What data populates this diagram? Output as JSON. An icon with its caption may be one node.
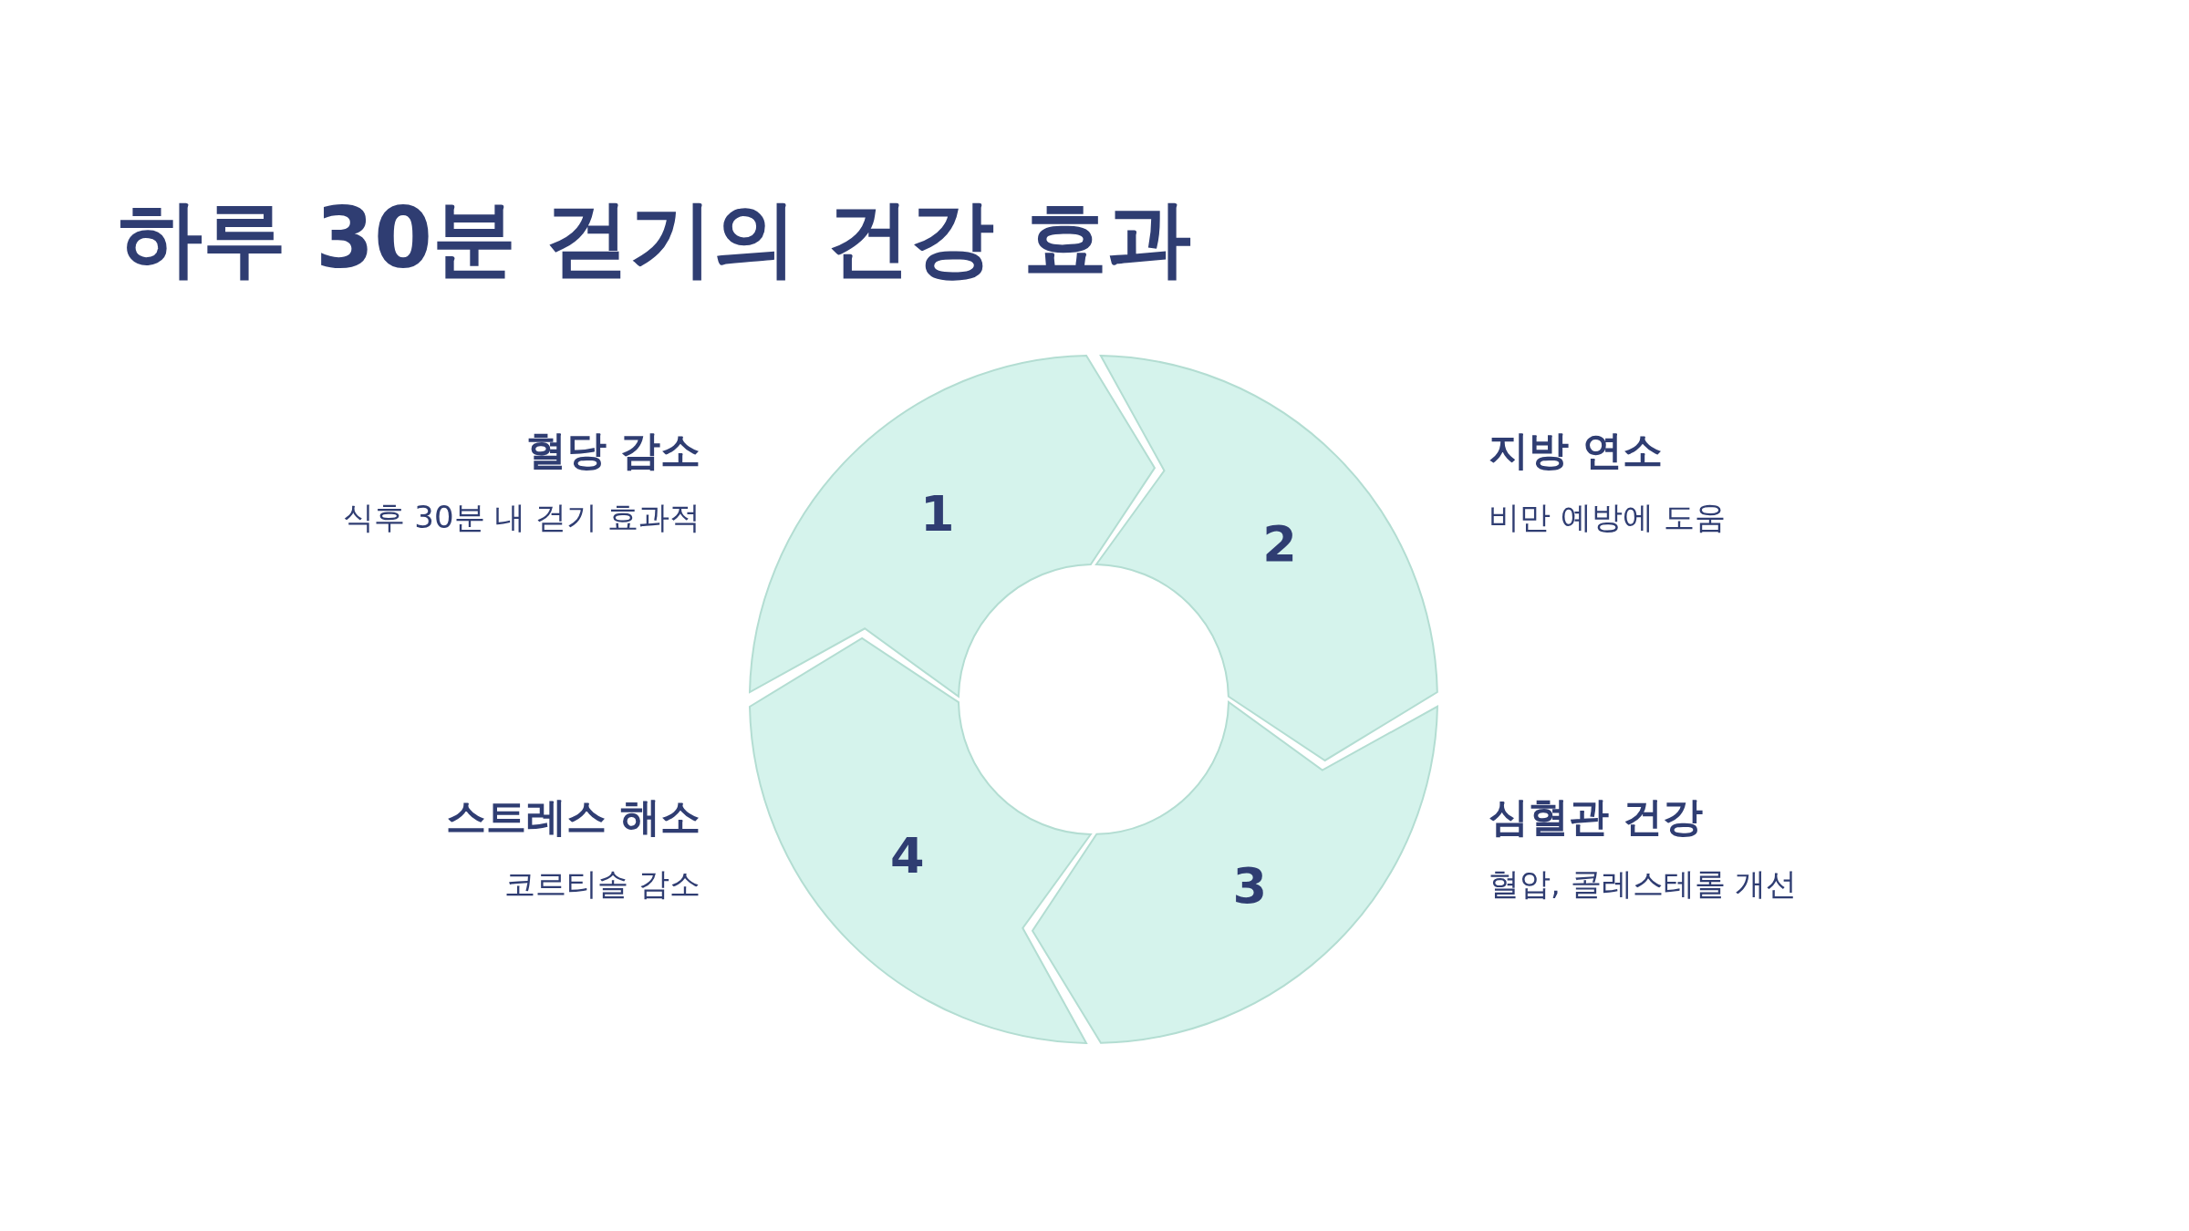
{
  "diagram": {
    "title": "하루 30분 걷기의 건강 효과",
    "nodes": [
      {
        "text": [
          "1"
        ],
        "beside": [
          "혈당 감소",
          "식후 30분 내 걷기 효과적"
        ]
      },
      {
        "text": [
          "2"
        ],
        "beside": [
          "지방 연소",
          "비만 예방에 도움"
        ]
      },
      {
        "text": [
          "3"
        ],
        "beside": [
          "심혈관 건강",
          "혈압, 콜레스테롤 개선"
        ]
      },
      {
        "text": [
          "4"
        ],
        "beside": [
          "스트레스 해소",
          "코르티솔 감소"
        ]
      }
    ]
  }
}
